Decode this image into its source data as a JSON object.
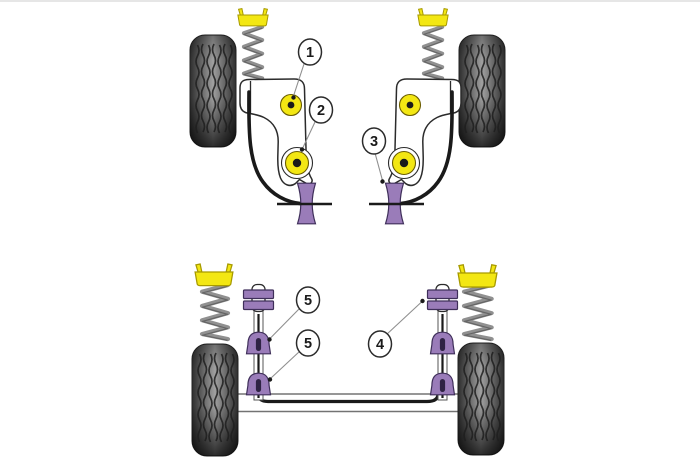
{
  "figure": {
    "type": "technical-diagram",
    "callouts": [
      {
        "label": "1"
      },
      {
        "label": "2"
      },
      {
        "label": "3"
      },
      {
        "label": "4"
      },
      {
        "label": "5"
      },
      {
        "label": "5"
      }
    ]
  },
  "colors": {
    "yellow": "#f3e713",
    "yellow_outline": "#a79a00",
    "purple": "#9a7cb9",
    "purple_dark": "#3f2f5a",
    "purple_slot": "#2f2344",
    "ink": "#1a1a1a",
    "outline": "#2b2b2b",
    "beam": "#737373",
    "leader": "#8f8f8f",
    "spring": "#909090",
    "spring_dark": "#5a5a5a",
    "tread": "#1f1f1f"
  }
}
